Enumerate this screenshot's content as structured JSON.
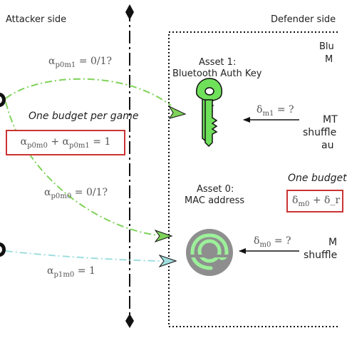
{
  "attacker": {
    "title": "Attacker side"
  },
  "defender": {
    "title": "Defender side",
    "corner_text_1": "Blu",
    "corner_text_2": "M"
  },
  "asset1": {
    "name": "Asset 1:",
    "desc": "Bluetooth Auth Key"
  },
  "asset0": {
    "name": "Asset 0:",
    "desc": "MAC address"
  },
  "arrows": {
    "alpha_p0m1": "α_{p0m1} = 0/1?",
    "alpha_p0m0": "α_{p0m0} = 0/1?",
    "alpha_p1m0": "α_{p1m0} = 1",
    "delta_m1": "δ_{m1} = ?",
    "delta_m0": "δ_{m0} = ?"
  },
  "attacker_budget": {
    "caption": "One budget per game",
    "equation": "α_{p0m0} + α_{p0m1} = 1"
  },
  "defender_budget": {
    "caption": "One budget",
    "equation": "δ_{m0} + δ_r"
  },
  "mtd1": {
    "line1": "MT",
    "line2": "shuffle",
    "line3": "au"
  },
  "mtd0": {
    "line1": "M",
    "line2": "shuffle"
  },
  "colors": {
    "green_curve": "#7fd35a",
    "cyan_curve": "#9fdede",
    "key_fill": "#6fe05a",
    "mac_disc": "#8e8e8e",
    "mac_symbol": "#9cf09a",
    "budget_border": "#cc3333"
  },
  "icons": {
    "asset1": "key-icon",
    "asset0": "at-sign-icon",
    "player_top": "attacker-top-icon",
    "player_bottom": "attacker-bottom-icon"
  }
}
